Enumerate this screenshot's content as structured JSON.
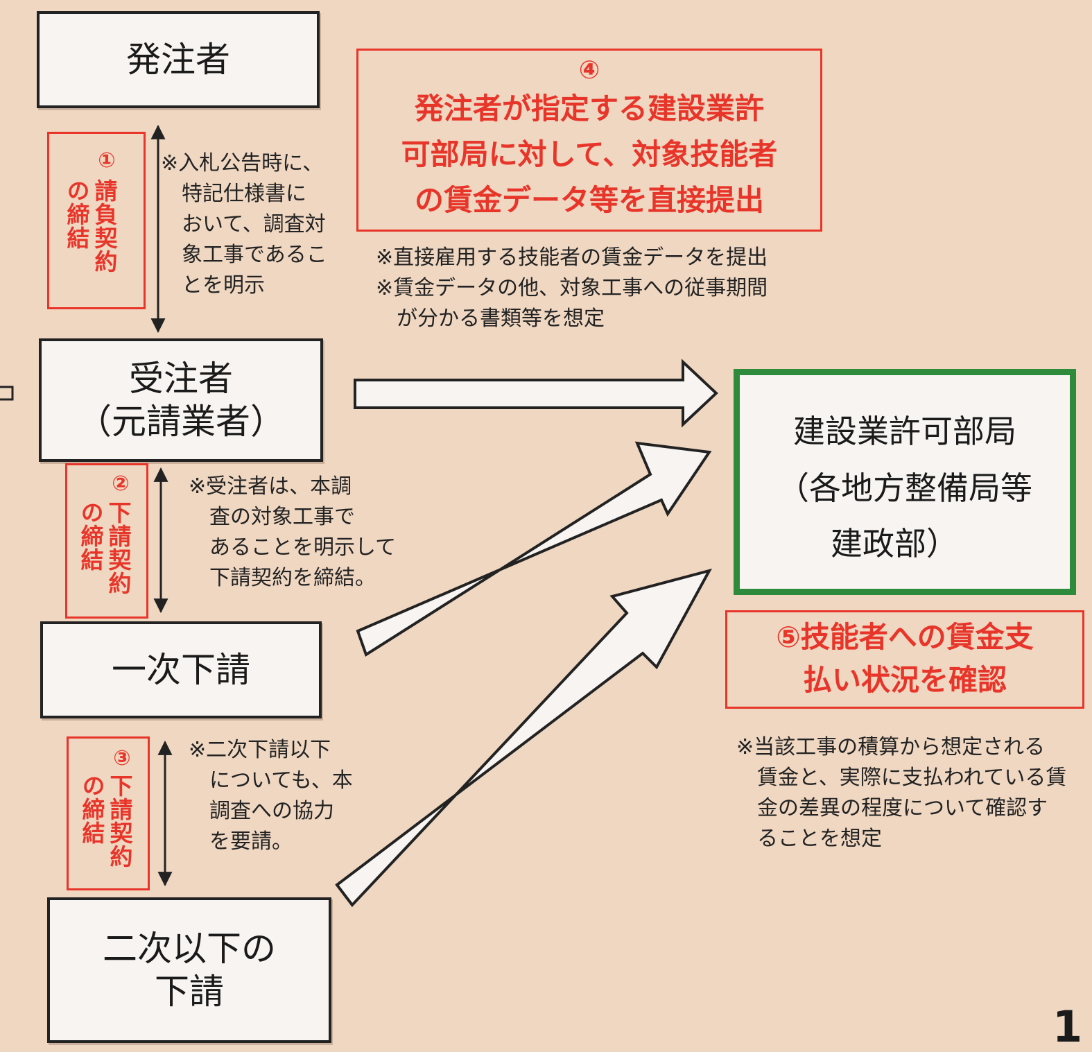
{
  "boxes": {
    "client": "発注者",
    "contractor": [
      "受注者",
      "（元請業者）"
    ],
    "first_sub": "一次下請",
    "second_sub": [
      "二次以下の",
      "下請"
    ],
    "authority": [
      "建設業許可部局",
      "（各地方整備局等",
      "建政部）"
    ]
  },
  "steps": {
    "step1": {
      "num": "①",
      "label": "請負契約の締結"
    },
    "step2": {
      "num": "②",
      "label": "下請契約の締結"
    },
    "step3": {
      "num": "③",
      "label": "下請契約の締結"
    }
  },
  "notes": {
    "note1": [
      "※入札公告時に、",
      "特記仕様書に",
      "おいて、調査対",
      "象工事であるこ",
      "とを明示"
    ],
    "note2": [
      "※受注者は、本調",
      "査の対象工事で",
      "あることを明示して",
      "下請契約を締結。"
    ],
    "note3": [
      "※二次下請以下",
      "についても、本",
      "調査への協力",
      "を要請。"
    ],
    "note4": [
      "※直接雇用する技能者の賃金データを提出",
      "※賃金データの他、対象工事への従事期間",
      "が分かる書類等を想定"
    ],
    "note5": [
      "※当該工事の積算から想定される",
      "賃金と、実際に支払われている賃",
      "金の差異の程度について確認す",
      "ることを想定"
    ]
  },
  "step4": {
    "num": "④",
    "lines": [
      "発注者が指定する建設業許",
      "可部局に対して、対象技能者",
      "の賃金データ等を直接提出"
    ]
  },
  "step5": {
    "lines": [
      "⑤技能者への賃金支",
      "払い状況を確認"
    ]
  },
  "page_number": "1",
  "colors": {
    "accent_red": "#e8352a",
    "authority_green": "#2e8b3c",
    "background": "#efd7c2"
  }
}
